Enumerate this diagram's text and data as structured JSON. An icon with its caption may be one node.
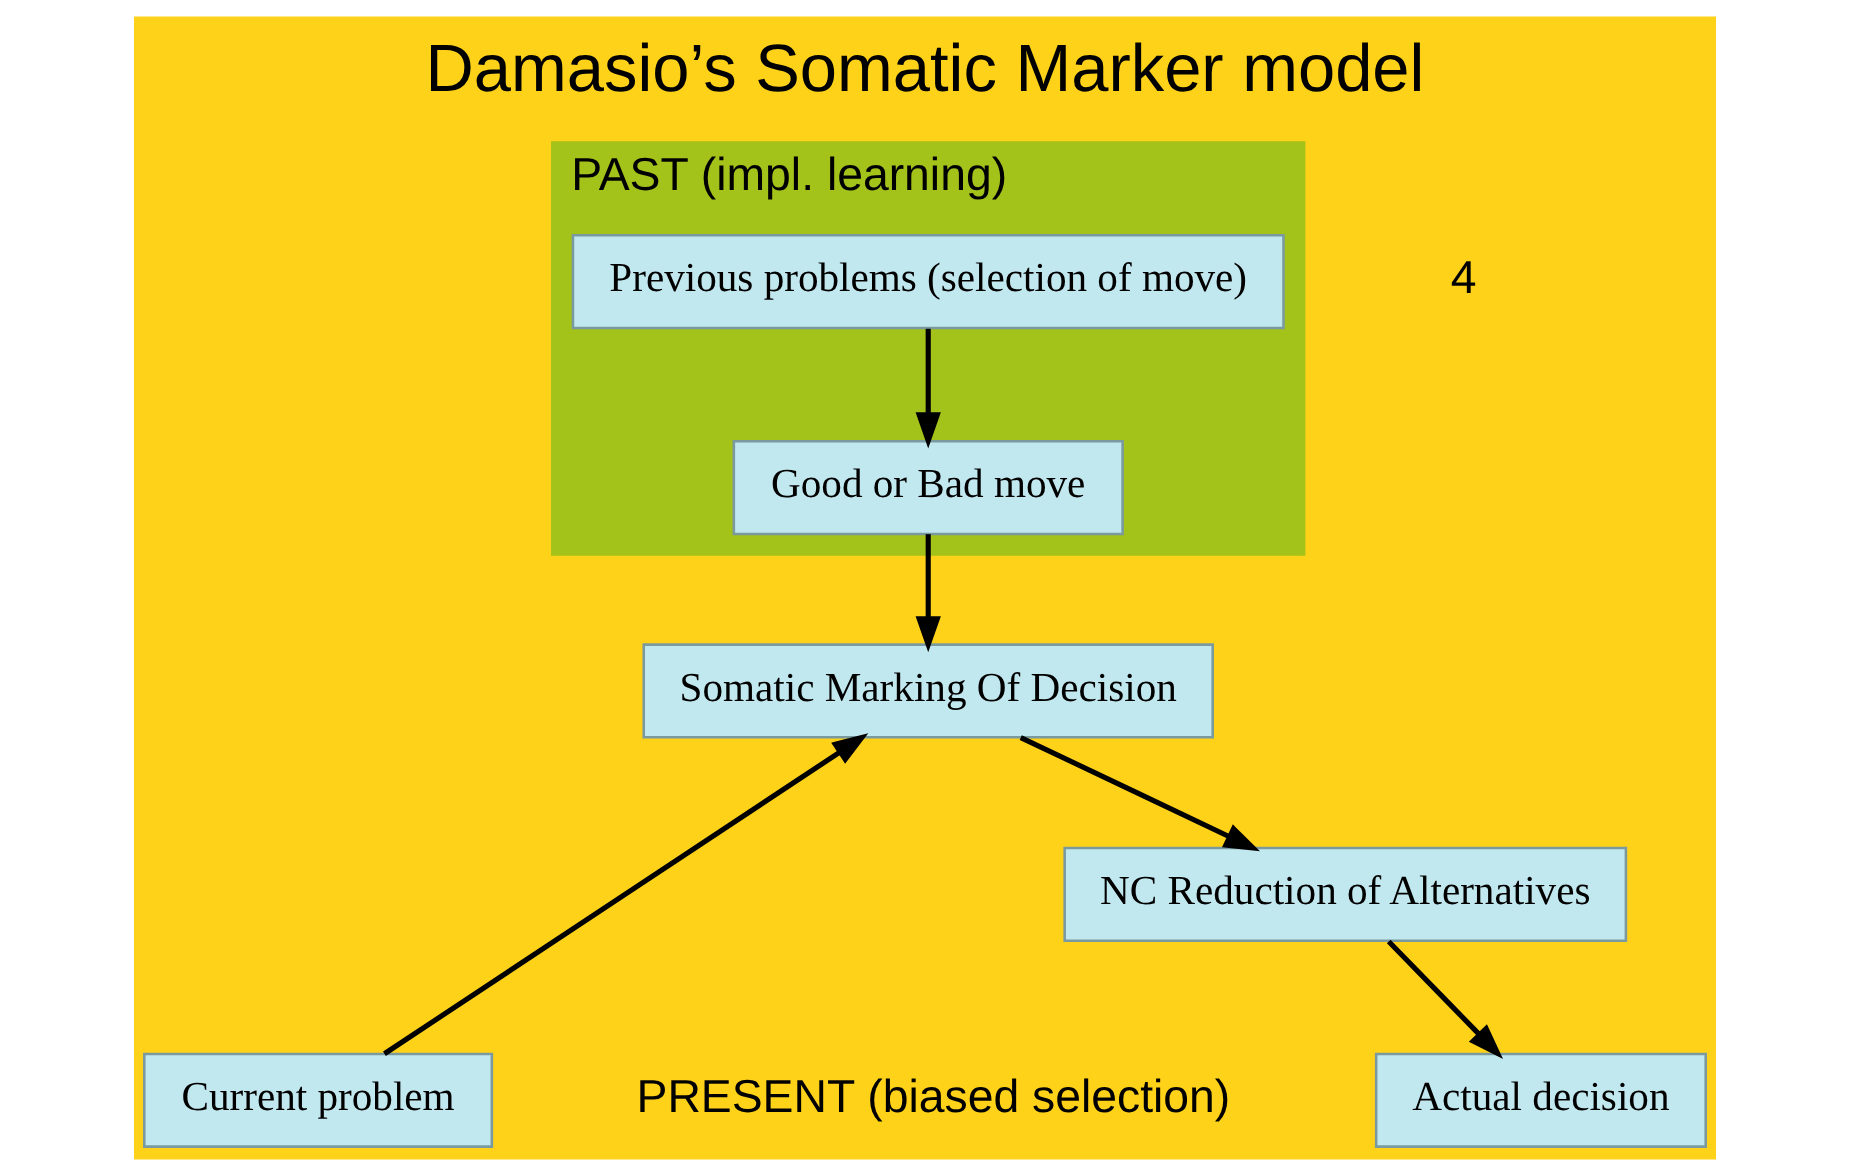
{
  "diagram": {
    "title": "Damasio’s Somatic Marker model",
    "nodes": [
      {
        "text": [
          "PAST (impl. learning)"
        ]
      },
      {
        "text": [
          "Previous problems (selection of move)"
        ],
        "in": 0
      },
      {
        "text": [
          "Good or Bad move"
        ],
        "in": 0
      },
      {
        "text": [
          "Current problem"
        ]
      },
      {
        "text": [
          "Actual decision"
        ]
      },
      {
        "text": [
          "NC Reduction of Alternatives"
        ]
      },
      {
        "text": [
          "Somatic Marking Of Decision"
        ]
      }
    ],
    "edges": [
      {
        "from": 1,
        "to": 2,
        "arrow": "to"
      },
      {
        "from": 2,
        "to": 6,
        "arrow": "to"
      },
      {
        "from": 3,
        "to": 6,
        "arrow": "to"
      },
      {
        "from": 6,
        "to": 5,
        "arrow": "to"
      },
      {
        "from": 5,
        "to": 4,
        "arrow": "to"
      }
    ],
    "labels": [
      "PRESENT (biased selection)",
      "4"
    ]
  }
}
